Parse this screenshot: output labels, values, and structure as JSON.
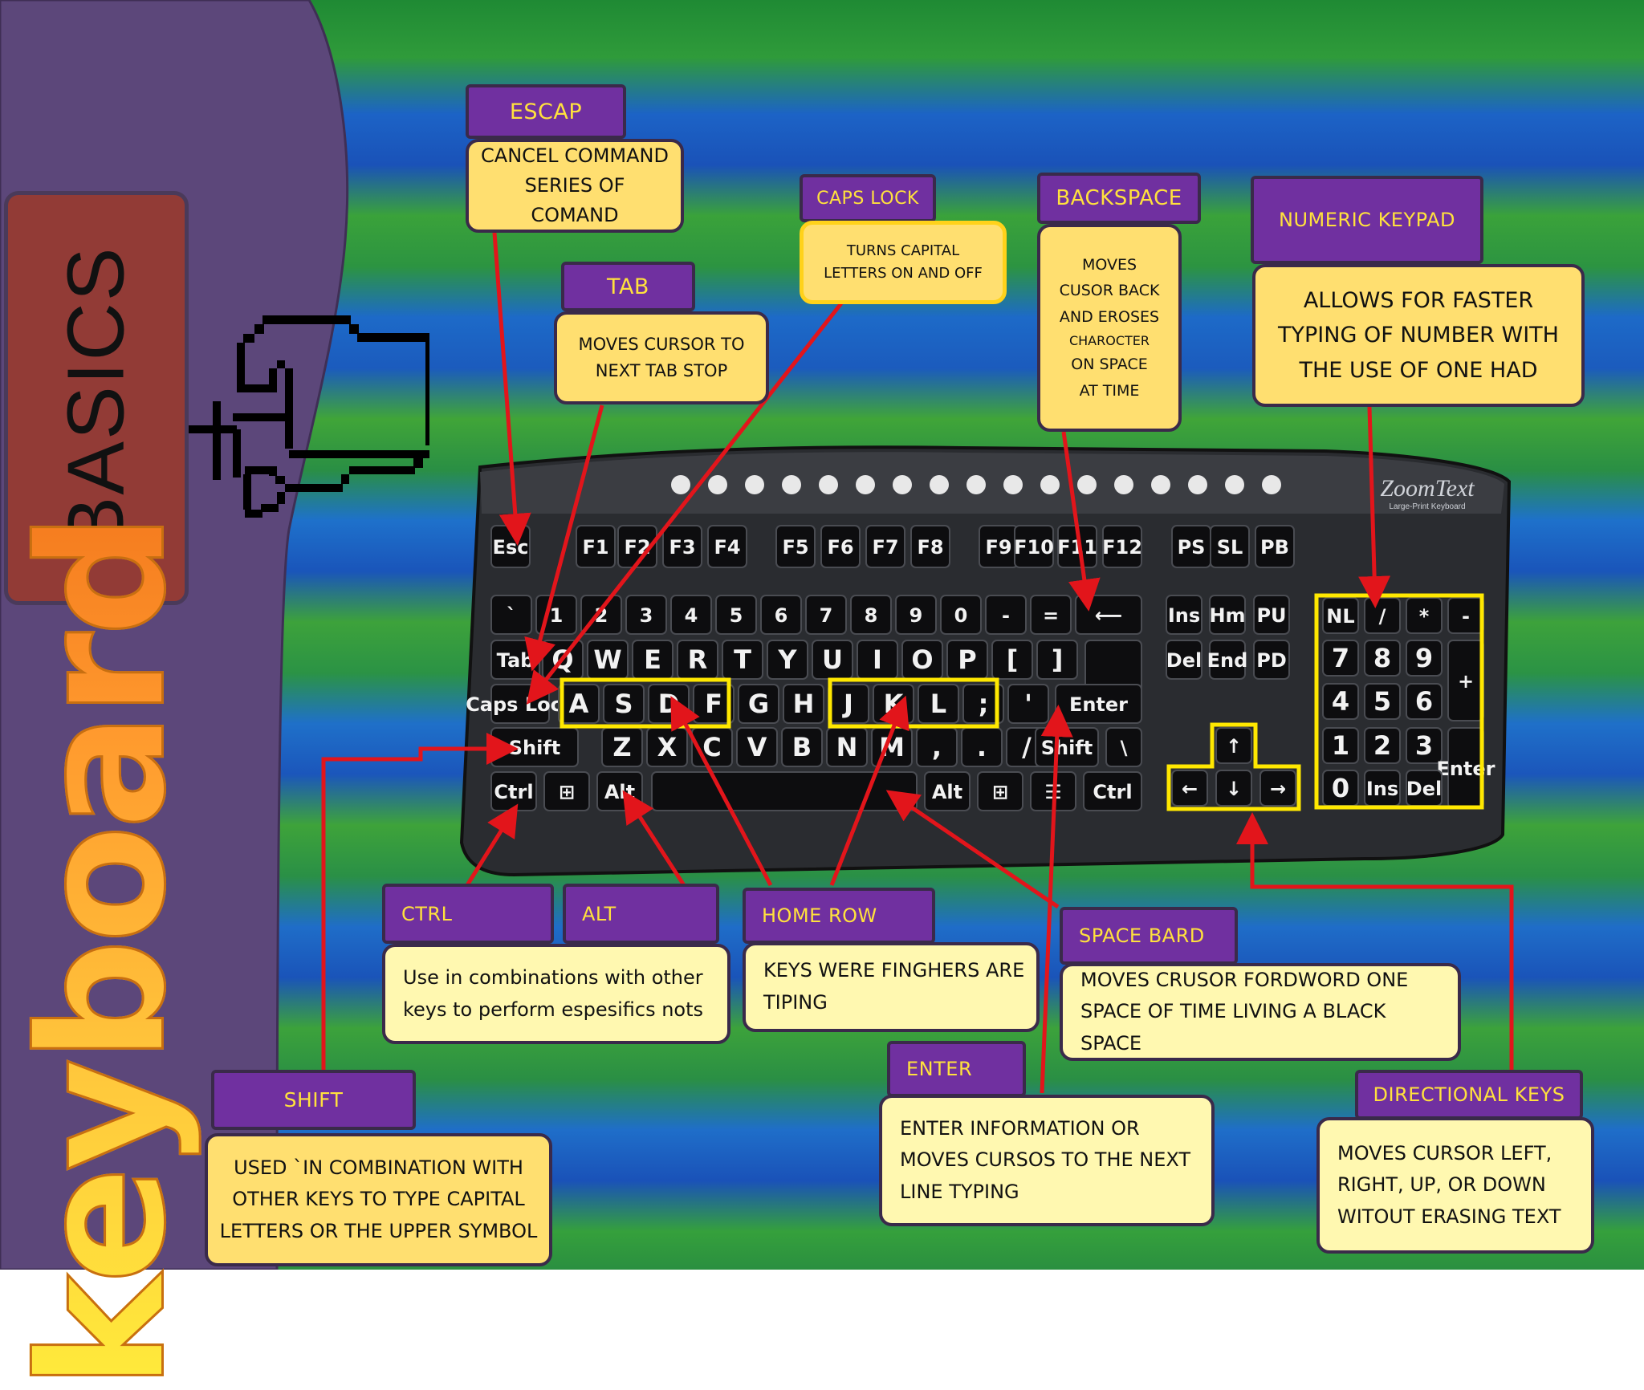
{
  "sidebar": {
    "title": "BASICS",
    "word": "keyboard"
  },
  "colors": {
    "panel": "#5c477a",
    "title_bg": "#7030a0",
    "title_text": "#ffe13d",
    "desc_bg": "#ffdf70",
    "desc_bg_light": "#fff8b0",
    "arrow": "#e2151b",
    "highlight": "#ffe800"
  },
  "icons": {
    "hand": "pointing-hand-icon"
  },
  "callouts": {
    "escape": {
      "title": "ESCAP",
      "desc": [
        "CANCEL COMMAND",
        "SERIES OF COMAND"
      ]
    },
    "tab": {
      "title": "TAB",
      "desc": [
        "MOVES CURSOR TO",
        "NEXT TAB STOP"
      ]
    },
    "caps": {
      "title": "CAPS LOCK",
      "desc": [
        "TURNS CAPITAL",
        "LETTERS ON AND OFF"
      ]
    },
    "backspace": {
      "title": "BACKSPACE",
      "desc": [
        "MOVES",
        "CUSOR BACK",
        "AND EROSES",
        "CHAROCTER",
        "ON SPACE",
        "AT TIME"
      ]
    },
    "numpad": {
      "title": "NUMERIC KEYPAD",
      "desc": [
        "ALLOWS FOR FASTER",
        "TYPING OF NUMBER WITH",
        "THE USE OF ONE HAD"
      ]
    },
    "ctrl": {
      "title": "CTRL"
    },
    "alt": {
      "title": "ALT"
    },
    "ctrl_alt": {
      "desc": [
        "Use in combinations with other",
        "keys to perform espesifics nots"
      ]
    },
    "homerow": {
      "title": "HOME ROW",
      "desc": [
        "KEYS WERE FINGHERS  ARE",
        "TIPING"
      ]
    },
    "spacebar": {
      "title": "SPACE BARD",
      "desc": [
        "MOVES CRUSOR FORDWORD ONE",
        "SPACE OF TIME LIVING A BLACK SPACE"
      ]
    },
    "enter": {
      "title": "ENTER",
      "desc": [
        "ENTER INFORMATION OR",
        "MOVES CURSOS TO THE NEXT",
        "LINE TYPING"
      ]
    },
    "shift": {
      "title": "SHIFT",
      "desc": [
        "USED `IN COMBINATION WITH",
        "OTHER KEYS TO TYPE CAPITAL",
        "LETTERS OR THE UPPER SYMBOL"
      ]
    },
    "directional": {
      "title": "DIRECTIONAL  KEYS",
      "desc": [
        "MOVES CURSOR LEFT,",
        "RIGHT, UP, OR DOWN",
        "WITOUT ERASING TEXT"
      ]
    }
  },
  "keyboard": {
    "brand": "ZoomText",
    "brand_sub": "Large-Print Keyboard",
    "rows": [
      [
        "Esc",
        "F1",
        "F2",
        "F3",
        "F4",
        "F5",
        "F6",
        "F7",
        "F8",
        "F9",
        "F10",
        "F11",
        "F12",
        "PS",
        "SL",
        "PB"
      ],
      [
        "`",
        "1",
        "2",
        "3",
        "4",
        "5",
        "6",
        "7",
        "8",
        "9",
        "0",
        "-",
        "=",
        "⟵",
        "Ins",
        "Hm",
        "PU",
        "NL",
        "/",
        "*",
        "-"
      ],
      [
        "Tab",
        "Q",
        "W",
        "E",
        "R",
        "T",
        "Y",
        "U",
        "I",
        "O",
        "P",
        "[",
        "]",
        "Del",
        "End",
        "PD",
        "7",
        "8",
        "9",
        "+"
      ],
      [
        "Caps Lock",
        "A",
        "S",
        "D",
        "F",
        "G",
        "H",
        "J",
        "K",
        "L",
        ";",
        "'",
        "Enter",
        "4",
        "5",
        "6"
      ],
      [
        "Shift",
        "Z",
        "X",
        "C",
        "V",
        "B",
        "N",
        "M",
        ",",
        ".",
        "/",
        "Shift",
        "\\",
        "↑",
        "1",
        "2",
        "3",
        "Enter"
      ],
      [
        "Ctrl",
        "⊞",
        "Alt",
        "",
        "Alt",
        "⊞",
        "☰",
        "Ctrl",
        "←",
        "↓",
        "→",
        "0",
        "Ins",
        "Del"
      ]
    ]
  }
}
